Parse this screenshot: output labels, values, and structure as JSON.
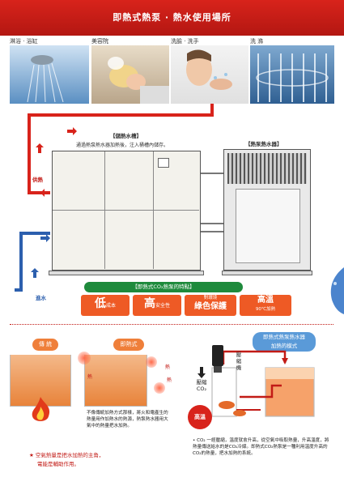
{
  "header": {
    "title": "即熱式熱泵 ‧ 熱水使用場所"
  },
  "uses": [
    {
      "label": "淋浴 ‧ 浴缸"
    },
    {
      "label": "美容院"
    },
    {
      "label": "洗臉 ‧ 洗手"
    },
    {
      "label": "洗 滌"
    }
  ],
  "tank": {
    "title": "【儲熱水槽】",
    "desc": "通過熱泵熱水器加熱後，注入桶槽內儲存。"
  },
  "heatpump": {
    "title": "【熱泵熱水器】"
  },
  "flow": {
    "supply": "供熱",
    "inlet": "進水"
  },
  "features": {
    "banner": "【即熱式CO₂熱泵的特點】",
    "items": [
      {
        "big": "低",
        "small": "成本"
      },
      {
        "big": "高",
        "small": "安全性"
      },
      {
        "top": "對環境",
        "big": "綠色保護"
      },
      {
        "big": "高溫",
        "small": "90℃加熱"
      }
    ]
  },
  "compare": {
    "traditional": "傳 統",
    "instant": "即熱式",
    "fire_label": "熱",
    "heat_dots": [
      "熱",
      "熱",
      "熱"
    ],
    "instant_note": "不像傳統加熱方式那樣，將火和電產生的熱量用作加熱水的熱源，熱泵熱水器用大氣中的熱量把水加熱。",
    "star_note_1": "★ 空氣熱量是把水加熱的主角，",
    "star_note_2": "電能是輔助作用。"
  },
  "mode": {
    "pill_line1": "即熱式熱泵熱水器",
    "pill_line2": "加熱的模式",
    "compressor": "壓縮機",
    "compress_co2_1": "壓縮",
    "compress_co2_2": "CO₂",
    "high_temp": "高溫",
    "note": "• CO₂ 一經壓縮，溫度就會升高，從空氣中吸取熱量，升高溫度，將熱量傳送給水的是CO₂冷媒。即熱式CO₂熱泵是一種利用溫度升高的CO₂的熱量，把水加熱的系統。"
  }
}
